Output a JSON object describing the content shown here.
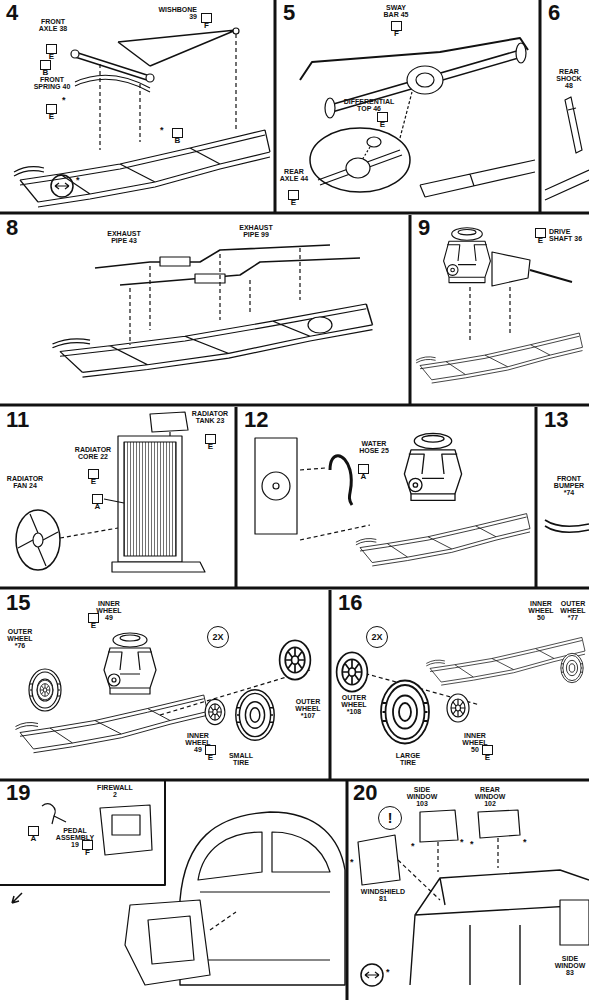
{
  "diagram": {
    "nodes": [
      {
        "text": [
          "4"
        ]
      },
      {
        "text": [
          "E"
        ],
        "in": 0
      },
      {
        "text": [
          "F"
        ],
        "in": 0
      },
      {
        "text": [
          "B"
        ],
        "in": 0
      },
      {
        "text": [
          "E"
        ],
        "in": 0
      },
      {
        "text": [
          "B"
        ],
        "in": 0
      },
      {
        "text": [
          "5"
        ]
      },
      {
        "text": [
          "F"
        ],
        "in": 6
      },
      {
        "text": [
          "E"
        ],
        "in": 6
      },
      {
        "text": [
          "E"
        ],
        "in": 6
      },
      {
        "text": [
          "6"
        ]
      },
      {
        "text": [
          "8"
        ]
      },
      {
        "text": [
          "9"
        ]
      },
      {
        "text": [
          "E"
        ],
        "in": 12
      },
      {
        "text": [
          "11"
        ]
      },
      {
        "text": [
          "E"
        ],
        "in": 14
      },
      {
        "text": [
          "E"
        ],
        "in": 14
      },
      {
        "text": [
          "A"
        ],
        "in": 14
      },
      {
        "text": [
          "12"
        ]
      },
      {
        "text": [
          "A"
        ],
        "in": 18
      },
      {
        "text": [
          "13"
        ]
      },
      {
        "text": [
          "15"
        ]
      },
      {
        "text": [
          "E"
        ],
        "in": 21
      },
      {
        "text": [
          "2X"
        ],
        "in": 21
      },
      {
        "text": [
          "E"
        ],
        "in": 21
      },
      {
        "text": [
          "16"
        ]
      },
      {
        "text": [
          "2X"
        ],
        "in": 25
      },
      {
        "text": [
          "E"
        ],
        "in": 25
      },
      {
        "text": [
          "19"
        ]
      },
      {
        "text": [
          "A"
        ],
        "in": 28
      },
      {
        "text": [
          "F"
        ],
        "in": 28
      },
      {
        "text": [
          "20"
        ]
      },
      {
        "text": [
          "!"
        ],
        "in": 31
      }
    ],
    "labels": [
      "FRONT AXLE 38",
      "WISHBONE 39",
      "FRONT SPRING 40",
      "*",
      "*",
      "*",
      "SWAY BAR 45",
      "DIFFERENTIAL TOP 46",
      "REAR AXLE 44",
      "REAR SHOCK 48",
      "EXHAUST PIPE 43",
      "EXHAUST PIPE 99",
      "DRIVE SHAFT 36",
      "RADIATOR TANK 23",
      "RADIATOR CORE 22",
      "RADIATOR FAN 24",
      "WATER HOSE 25",
      "FRONT BUMPER *74",
      "INNER WHEEL 49",
      "OUTER WHEEL *76",
      "OUTER WHEEL *107",
      "INNER WHEEL 49",
      "SMALL TIRE",
      "INNER WHEEL 50",
      "OUTER WHEEL *77",
      "OUTER WHEEL *108",
      "LARGE TIRE",
      "INNER WHEEL 50",
      "FIREWALL 2",
      "PEDAL ASSEMBLY 19",
      "SIDE WINDOW 103",
      "REAR WINDOW 102",
      "WINDSHIELD 81",
      "SIDE WINDOW 83",
      "*",
      "*",
      "*",
      "*",
      "*",
      "*"
    ]
  }
}
